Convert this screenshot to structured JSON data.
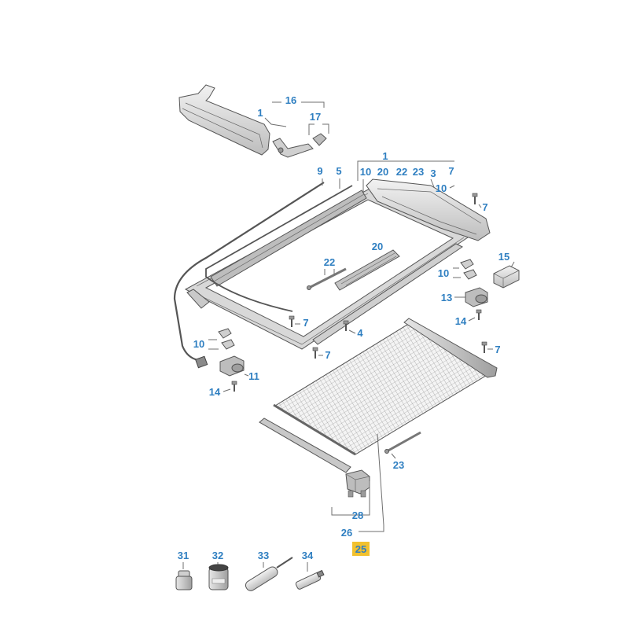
{
  "colors": {
    "callout": "#2f7fc1",
    "highlight": "#f2c12e",
    "line": "#6f6f6f"
  },
  "callouts": [
    {
      "label": "16"
    },
    {
      "label": "1"
    },
    {
      "label": "17"
    },
    {
      "label": "1"
    },
    {
      "label": "9"
    },
    {
      "label": "5"
    },
    {
      "label": "10"
    },
    {
      "label": "20"
    },
    {
      "label": "22"
    },
    {
      "label": "23"
    },
    {
      "label": "3"
    },
    {
      "label": "7"
    },
    {
      "label": "10"
    },
    {
      "label": "7"
    },
    {
      "label": "15"
    },
    {
      "label": "20"
    },
    {
      "label": "22"
    },
    {
      "label": "10"
    },
    {
      "label": "13"
    },
    {
      "label": "14"
    },
    {
      "label": "7"
    },
    {
      "label": "4"
    },
    {
      "label": "10"
    },
    {
      "label": "7"
    },
    {
      "label": "7"
    },
    {
      "label": "11"
    },
    {
      "label": "14"
    },
    {
      "label": "23"
    },
    {
      "label": "28"
    },
    {
      "label": "26"
    },
    {
      "label": "25",
      "highlighted": true
    },
    {
      "label": "31"
    },
    {
      "label": "32"
    },
    {
      "label": "33"
    },
    {
      "label": "34"
    }
  ]
}
